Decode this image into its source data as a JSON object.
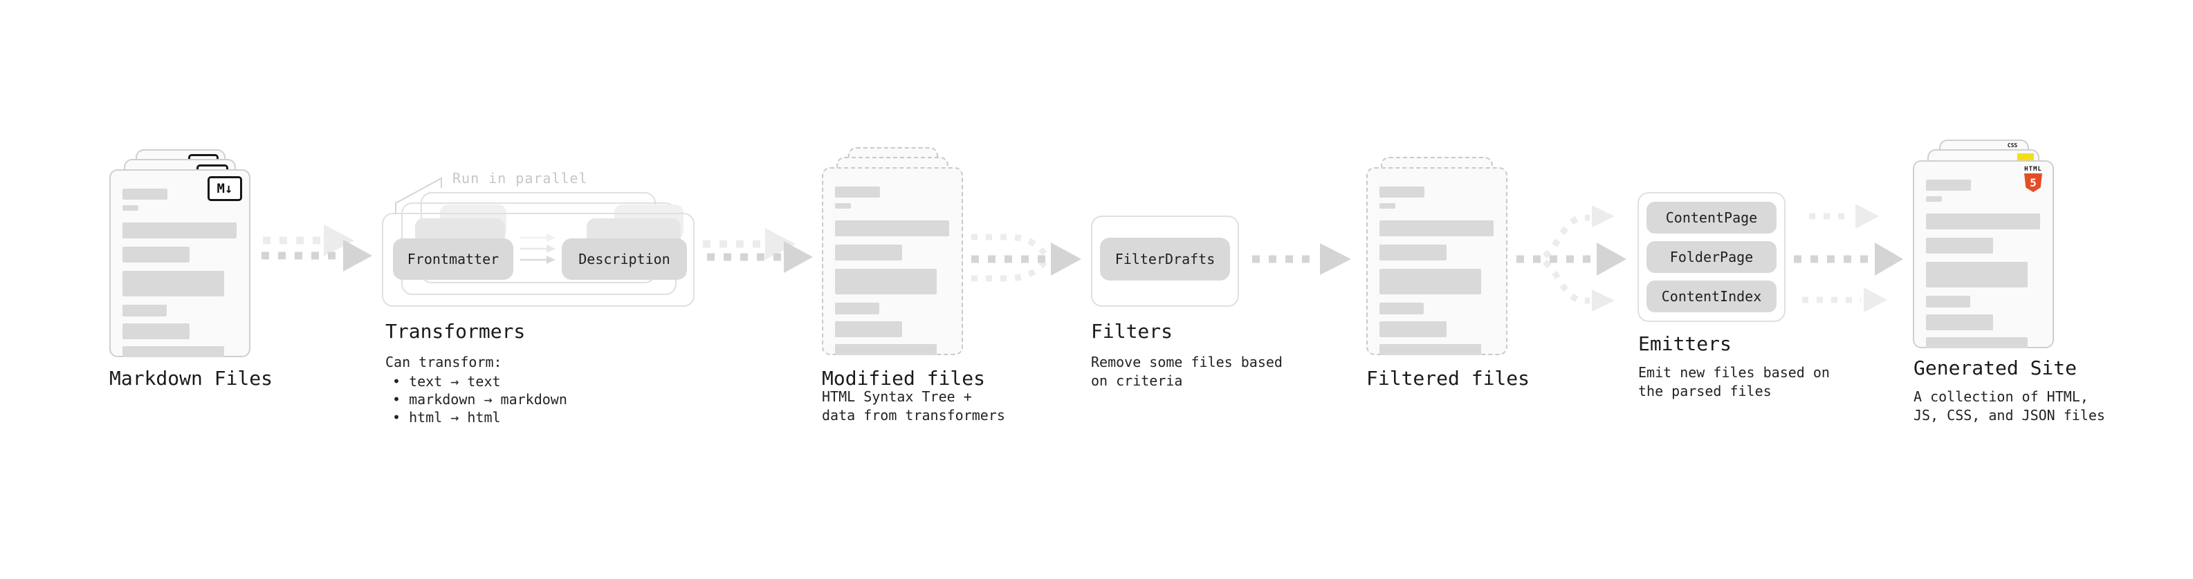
{
  "nodes": {
    "markdown": {
      "title": "Markdown Files",
      "badge": "M↓"
    },
    "transformers": {
      "title": "Transformers",
      "annotation": "Run in parallel",
      "pills": [
        "Frontmatter",
        "Description"
      ],
      "desc_title": "Can transform:",
      "bullets": [
        "• text → text",
        "• markdown → markdown",
        "• html → html"
      ]
    },
    "modified": {
      "title": "Modified files",
      "desc": [
        "HTML Syntax Tree +",
        "data from transformers"
      ]
    },
    "filters": {
      "title": "Filters",
      "pill": "FilterDrafts",
      "desc": [
        "Remove some files based",
        "on criteria"
      ]
    },
    "filtered": {
      "title": "Filtered files"
    },
    "emitters": {
      "title": "Emitters",
      "pills": [
        "ContentPage",
        "FolderPage",
        "ContentIndex"
      ],
      "desc": [
        "Emit new files based on",
        "the parsed files"
      ]
    },
    "generated": {
      "title": "Generated Site",
      "desc": [
        "A collection of HTML,",
        "JS, CSS, and JSON files"
      ],
      "html5_word": "HTML",
      "html5_five": "5",
      "css_label": "CSS"
    }
  },
  "colors": {
    "text": "#1a1a1a",
    "subtext": "#222222",
    "annotation": "#c6c6c6",
    "pill": "#d9d9d9",
    "card_bg": "#fafafa",
    "card_border": "#cfcfcf",
    "dashed_border": "#c9c9c9",
    "box_border": "#e0e0e0",
    "skeleton": "#d9d9d9",
    "ghost1": "#e6e6e6",
    "ghost2": "#f0f0f0",
    "arrow": "#d4d4d4",
    "arrow_faint": "#ececec",
    "html5_orange": "#e44d26",
    "js_yellow": "#f5de19",
    "css_blue": "#2d62e9"
  }
}
